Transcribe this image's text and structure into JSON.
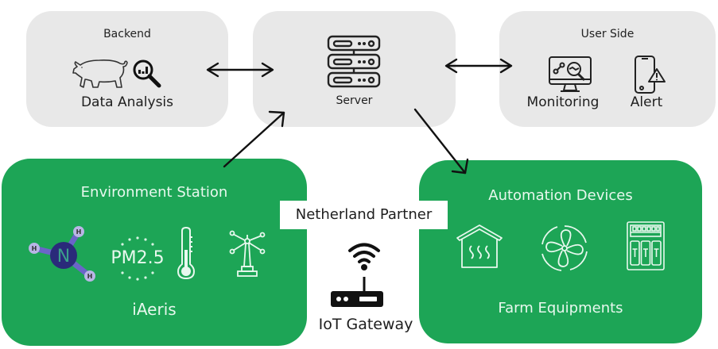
{
  "nodes": {
    "backend": {
      "title": "Backend",
      "label": "Data Analysis",
      "icons": [
        "pig-icon",
        "analytics-magnifier-icon"
      ]
    },
    "server": {
      "label": "Server",
      "icons": [
        "server-rack-icon"
      ]
    },
    "user_side": {
      "title": "User Side",
      "items": [
        {
          "label": "Monitoring",
          "icon": "monitor-analytics-icon"
        },
        {
          "label": "Alert",
          "icon": "phone-alert-icon"
        }
      ]
    },
    "environment_station": {
      "title": "Environment Station",
      "label": "iAeris",
      "icons": [
        "ammonia-molecule-icon",
        "pm25-icon",
        "thermometer-icon",
        "weather-station-icon"
      ],
      "pm_text": "PM2.5",
      "molecule": {
        "center": "N",
        "atom": "H"
      }
    },
    "gateway": {
      "partner_label": "Netherland Partner",
      "label": "IoT Gateway",
      "icon": "wifi-router-icon"
    },
    "automation_devices": {
      "title": "Automation Devices",
      "label": "Farm Equipments",
      "icons": [
        "heated-house-icon",
        "ventilation-fan-icon",
        "control-panel-icon"
      ]
    }
  },
  "edges": [
    {
      "from": "backend",
      "to": "server",
      "type": "bidirectional"
    },
    {
      "from": "server",
      "to": "user_side",
      "type": "bidirectional"
    },
    {
      "from": "environment_station",
      "to": "server",
      "type": "directed"
    },
    {
      "from": "server",
      "to": "automation_devices",
      "type": "directed"
    }
  ],
  "colors": {
    "panel_grey": "#e8e8e8",
    "panel_green": "#1da556",
    "text_light": "#e8f8ee",
    "molecule_dark": "#2a2a7a",
    "molecule_light": "#b9b5e6"
  }
}
